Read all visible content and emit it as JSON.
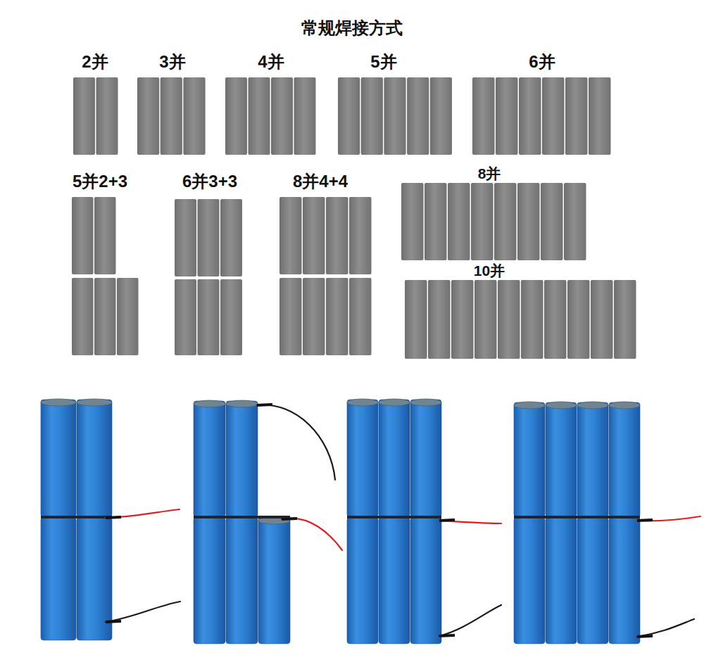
{
  "diagram": {
    "title": "常规焊接方式",
    "labels": [
      "2并",
      "3并",
      "4并",
      "5并",
      "6并",
      "5并2+3",
      "6并3+3",
      "8并4+4",
      "8并",
      "10并"
    ]
  }
}
